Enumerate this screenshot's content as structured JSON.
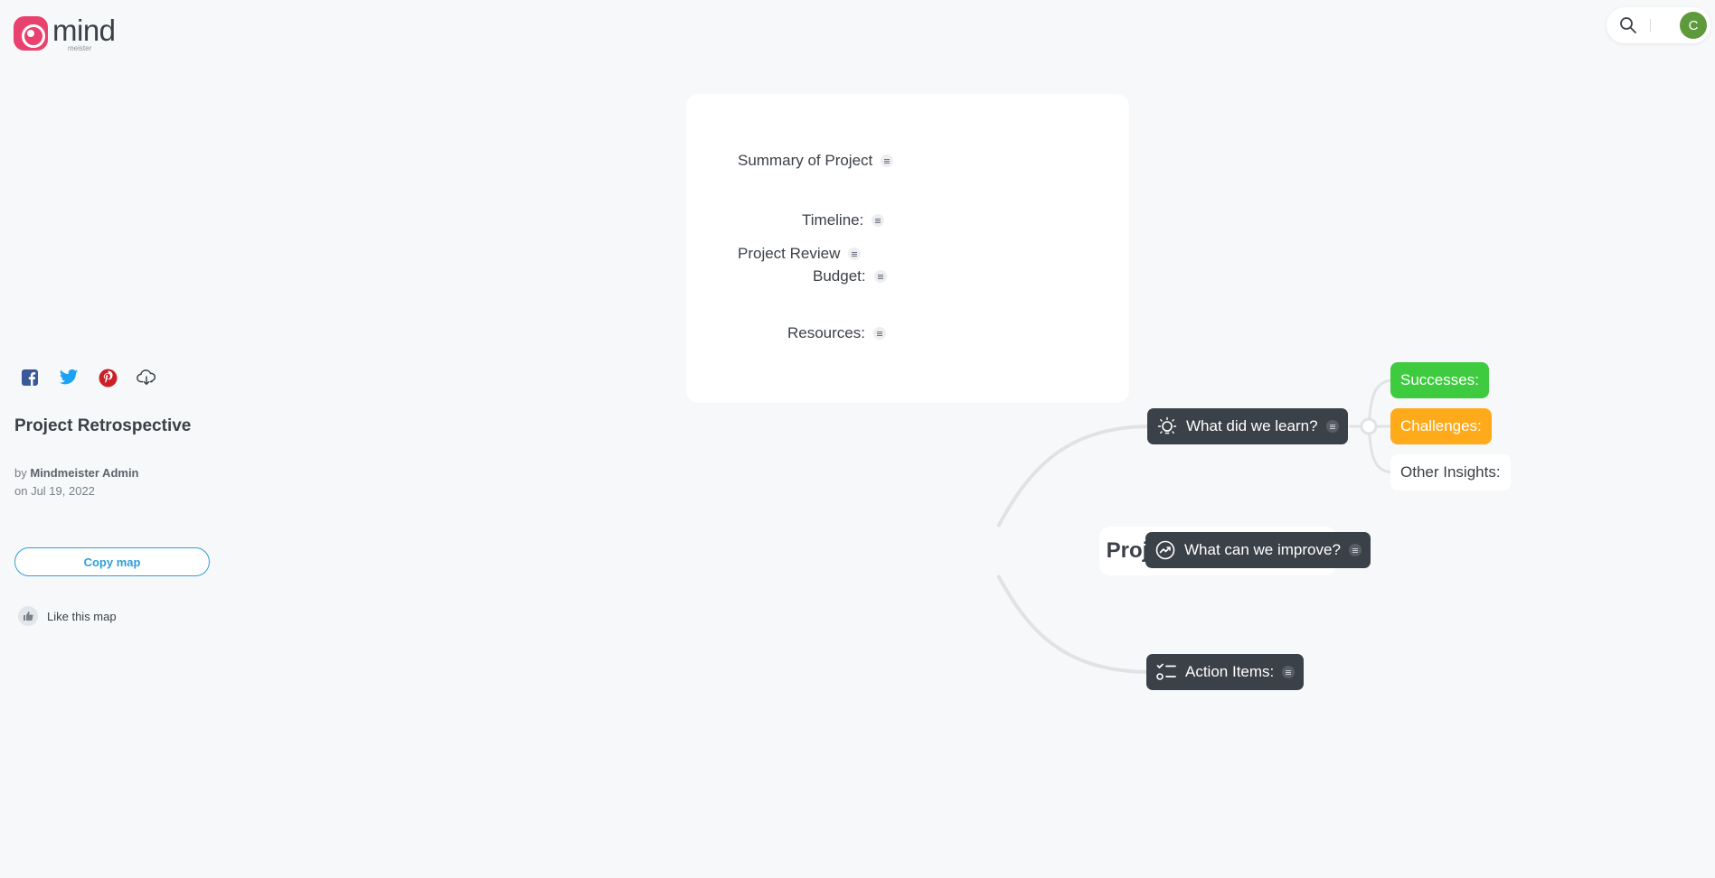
{
  "app": {
    "logo_text": "mind",
    "logo_sub": "meister"
  },
  "toolbar": {
    "avatar_initial": "C"
  },
  "sidebar": {
    "social": [
      "facebook-icon",
      "twitter-icon",
      "pinterest-icon",
      "cloud-download-icon"
    ],
    "map_title": "Project Retrospective",
    "by_prefix": "by",
    "author": "Mindmeister Admin",
    "date_line": "on Jul 19, 2022",
    "copy_label": "Copy map",
    "like_label": "Like this map"
  },
  "map": {
    "root": "Project Retrospective",
    "review_card": {
      "parent": "Project Review",
      "children": [
        "Summary of Project",
        "Timeline:",
        "Budget:",
        "Resources:"
      ]
    },
    "branches": [
      {
        "label": "What did we learn?",
        "icon": "lightbulb-icon"
      },
      {
        "label": "What can we improve?",
        "icon": "trend-up-icon"
      },
      {
        "label": "Action Items:",
        "icon": "checklist-icon"
      }
    ],
    "learn_children": [
      {
        "label": "Successes:",
        "color": "#3fcb3f"
      },
      {
        "label": "Challenges:",
        "color": "#ffaa1a"
      },
      {
        "label": "Other Insights:",
        "color": "#ffffff"
      }
    ]
  },
  "colors": {
    "brand": "#e8436e",
    "accent": "#2f9fd6",
    "node_dark": "#3b4148"
  }
}
